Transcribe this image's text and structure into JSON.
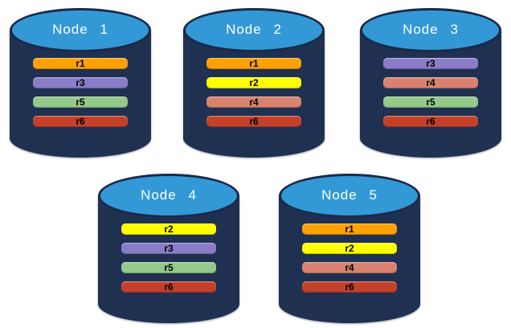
{
  "nodes": [
    {
      "label": "Node 1",
      "replicas": [
        "r1",
        "r3",
        "r5",
        "r6"
      ]
    },
    {
      "label": "Node 2",
      "replicas": [
        "r1",
        "r2",
        "r4",
        "r6"
      ]
    },
    {
      "label": "Node 3",
      "replicas": [
        "r3",
        "r4",
        "r5",
        "r6"
      ]
    },
    {
      "label": "Node 4",
      "replicas": [
        "r2",
        "r3",
        "r5",
        "r6"
      ]
    },
    {
      "label": "Node 5",
      "replicas": [
        "r1",
        "r2",
        "r4",
        "r6"
      ]
    }
  ],
  "colors": {
    "cylinder_body": "#1F3051",
    "cylinder_top": "#3399D6",
    "cylinder_outline": "#1A2A4B",
    "node_label": "#FFFFFF",
    "bar_text": "#000000",
    "replica_colors": {
      "r1": "#FCA204",
      "r2": "#FFFF00",
      "r3": "#8B7CC8",
      "r4": "#D8826F",
      "r5": "#94C98B",
      "r6": "#C4402A"
    }
  }
}
